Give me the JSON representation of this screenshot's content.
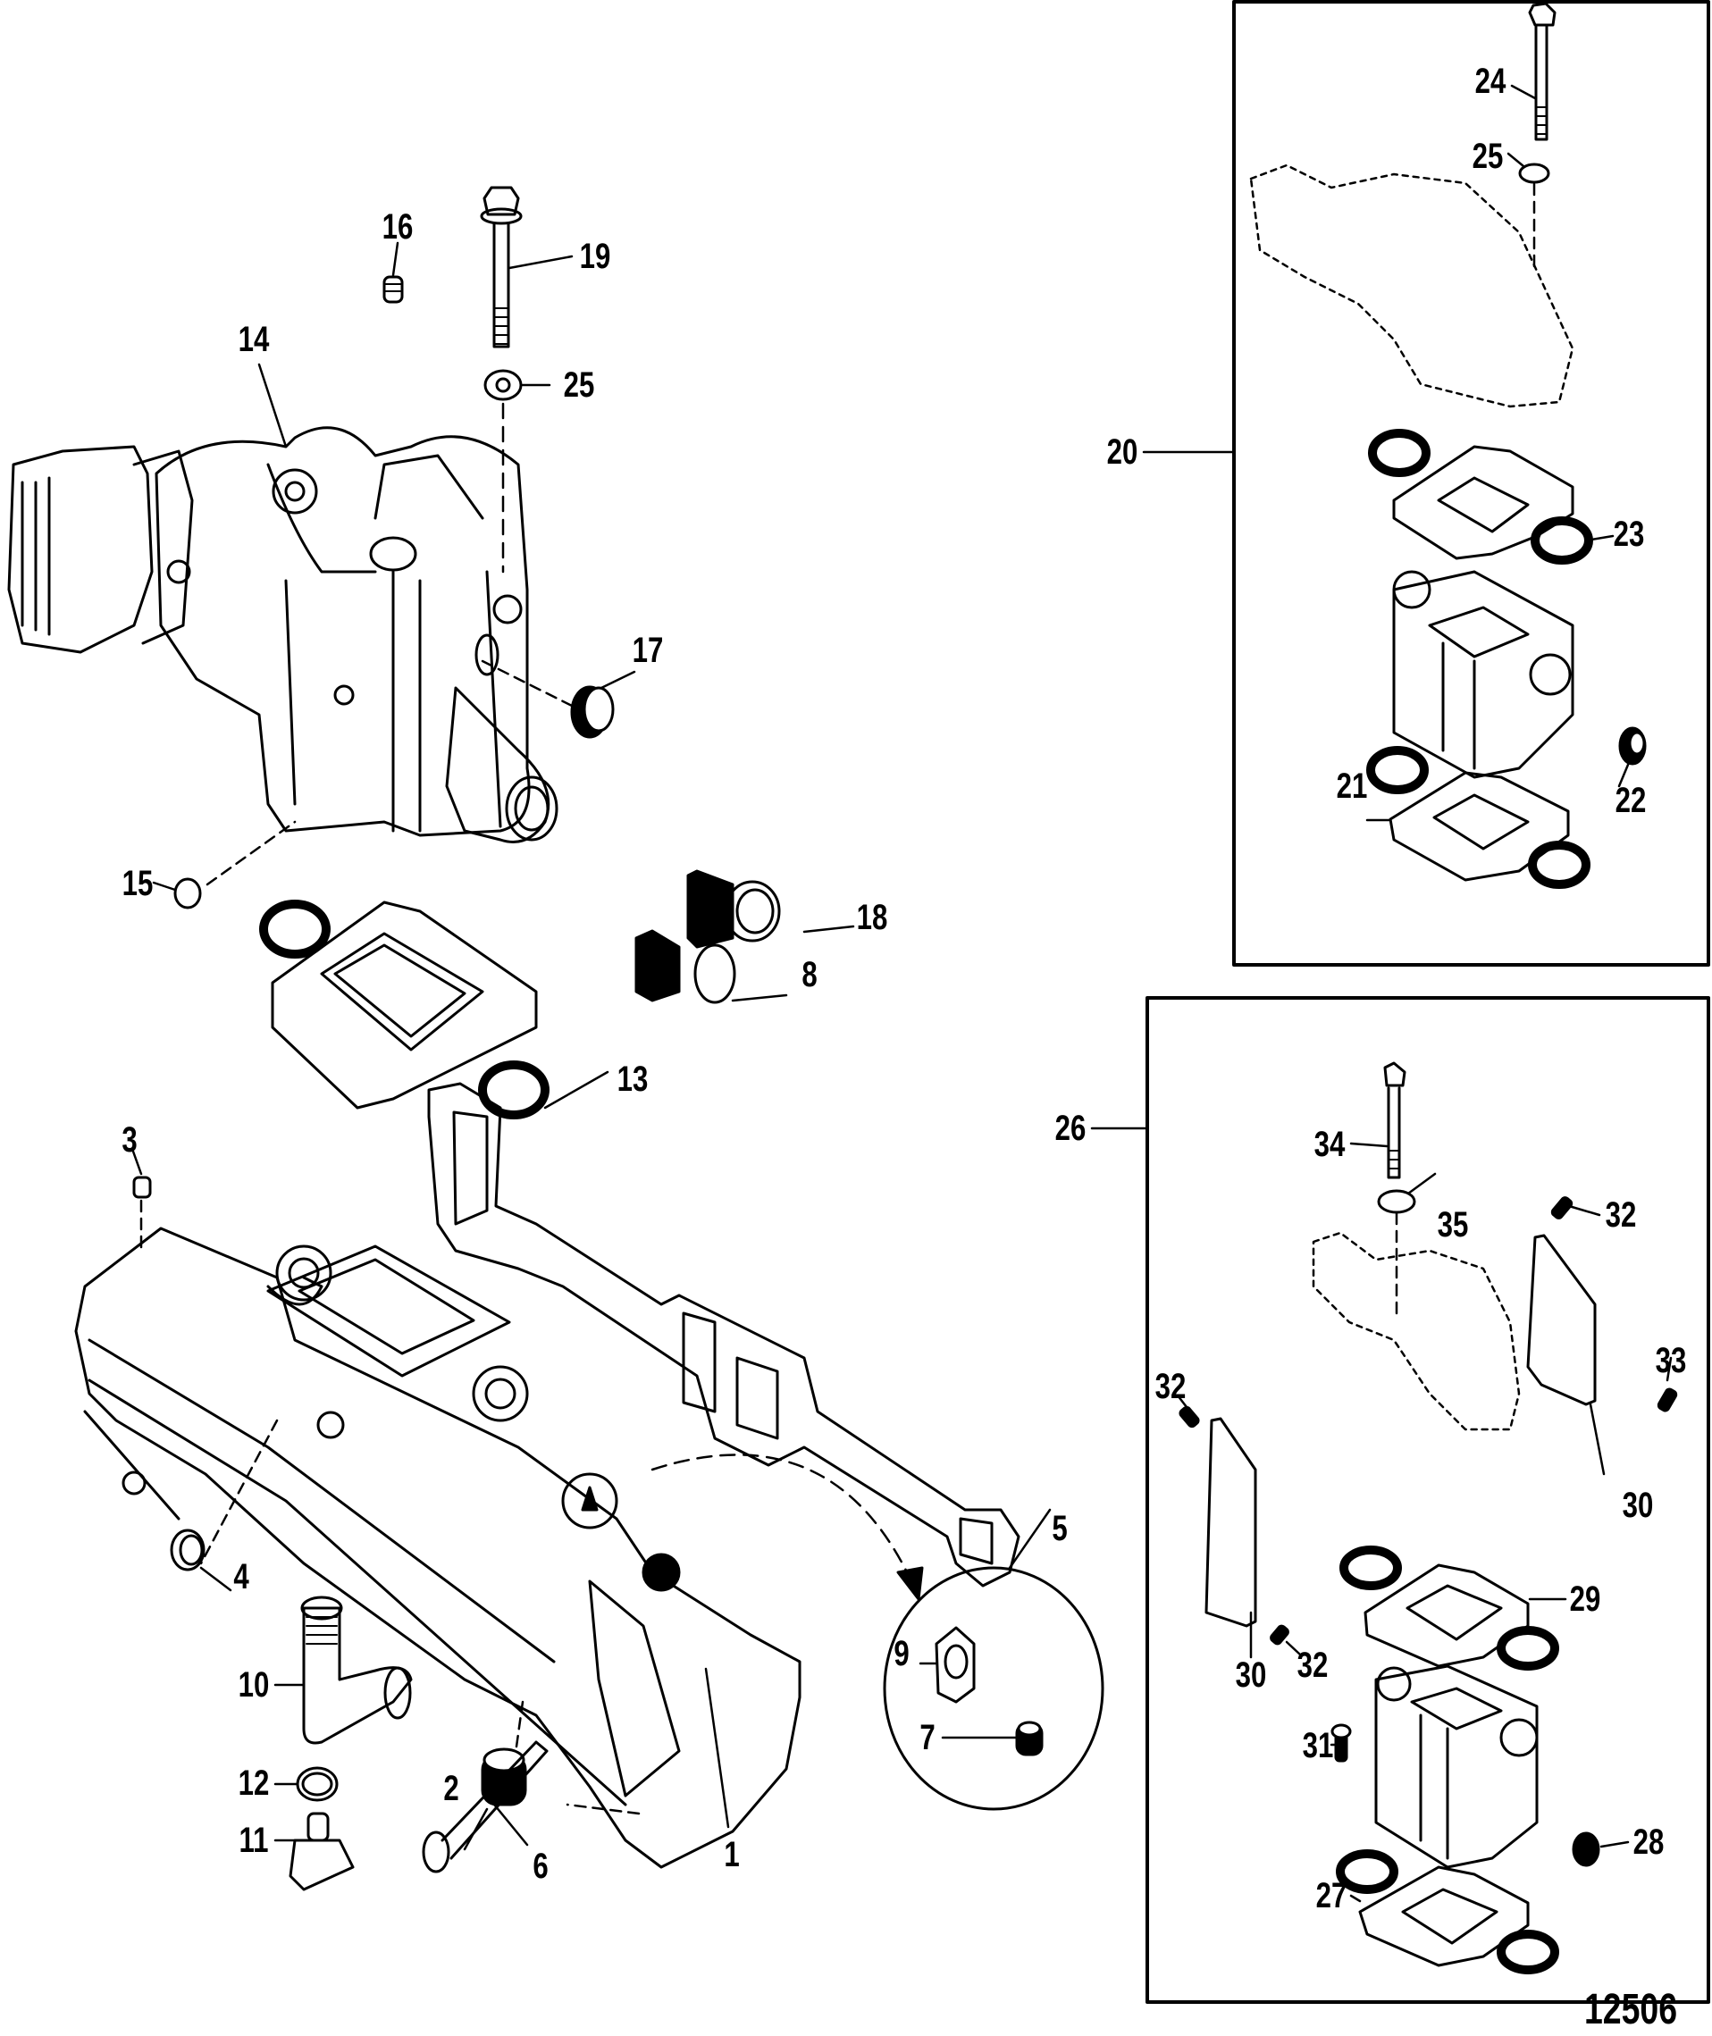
{
  "diagram": {
    "id_number": "12506",
    "title": "Exhaust manifold, elbow and riser exploded parts view",
    "line_color": "#000000",
    "background_color": "#ffffff"
  },
  "callouts": [
    {
      "key": "c1",
      "number": "1",
      "part": "exhaust-manifold"
    },
    {
      "key": "c2",
      "number": "2",
      "part": "pipe-plug"
    },
    {
      "key": "c3",
      "number": "3",
      "part": "plug"
    },
    {
      "key": "c4",
      "number": "4",
      "part": "plug"
    },
    {
      "key": "c5",
      "number": "5",
      "part": "manifold-gasket"
    },
    {
      "key": "c6",
      "number": "6",
      "part": "bolt"
    },
    {
      "key": "c7",
      "number": "7",
      "part": "plug"
    },
    {
      "key": "c8",
      "number": "8",
      "part": "fitting"
    },
    {
      "key": "c9",
      "number": "9",
      "part": "fitting"
    },
    {
      "key": "c10",
      "number": "10",
      "part": "elbow-fitting"
    },
    {
      "key": "c11",
      "number": "11",
      "part": "drain-plug"
    },
    {
      "key": "c12",
      "number": "12",
      "part": "o-ring"
    },
    {
      "key": "c13",
      "number": "13",
      "part": "gasket"
    },
    {
      "key": "c14",
      "number": "14",
      "part": "exhaust-elbow"
    },
    {
      "key": "c15",
      "number": "15",
      "part": "cup-plug"
    },
    {
      "key": "c16",
      "number": "16",
      "part": "plug"
    },
    {
      "key": "c17",
      "number": "17",
      "part": "pipe-plug"
    },
    {
      "key": "c18",
      "number": "18",
      "part": "fitting"
    },
    {
      "key": "c19",
      "number": "19",
      "part": "bolt"
    },
    {
      "key": "c20",
      "number": "20",
      "part": "riser-kit-1"
    },
    {
      "key": "c21",
      "number": "21",
      "part": "gasket"
    },
    {
      "key": "c22",
      "number": "22",
      "part": "plug"
    },
    {
      "key": "c23",
      "number": "23",
      "part": "gasket"
    },
    {
      "key": "c24",
      "number": "24",
      "part": "bolt"
    },
    {
      "key": "c25a",
      "number": "25",
      "part": "washer"
    },
    {
      "key": "c25b",
      "number": "25",
      "part": "washer"
    },
    {
      "key": "c26",
      "number": "26",
      "part": "riser-kit-2"
    },
    {
      "key": "c27",
      "number": "27",
      "part": "gasket"
    },
    {
      "key": "c28",
      "number": "28",
      "part": "plug"
    },
    {
      "key": "c29",
      "number": "29",
      "part": "gasket"
    },
    {
      "key": "c30a",
      "number": "30",
      "part": "plate"
    },
    {
      "key": "c30b",
      "number": "30",
      "part": "plate"
    },
    {
      "key": "c31",
      "number": "31",
      "part": "screw"
    },
    {
      "key": "c32a",
      "number": "32",
      "part": "screw"
    },
    {
      "key": "c32b",
      "number": "32",
      "part": "screw"
    },
    {
      "key": "c32c",
      "number": "32",
      "part": "screw"
    },
    {
      "key": "c33",
      "number": "33",
      "part": "screw"
    },
    {
      "key": "c34",
      "number": "34",
      "part": "bolt"
    },
    {
      "key": "c35",
      "number": "35",
      "part": "washer"
    }
  ]
}
